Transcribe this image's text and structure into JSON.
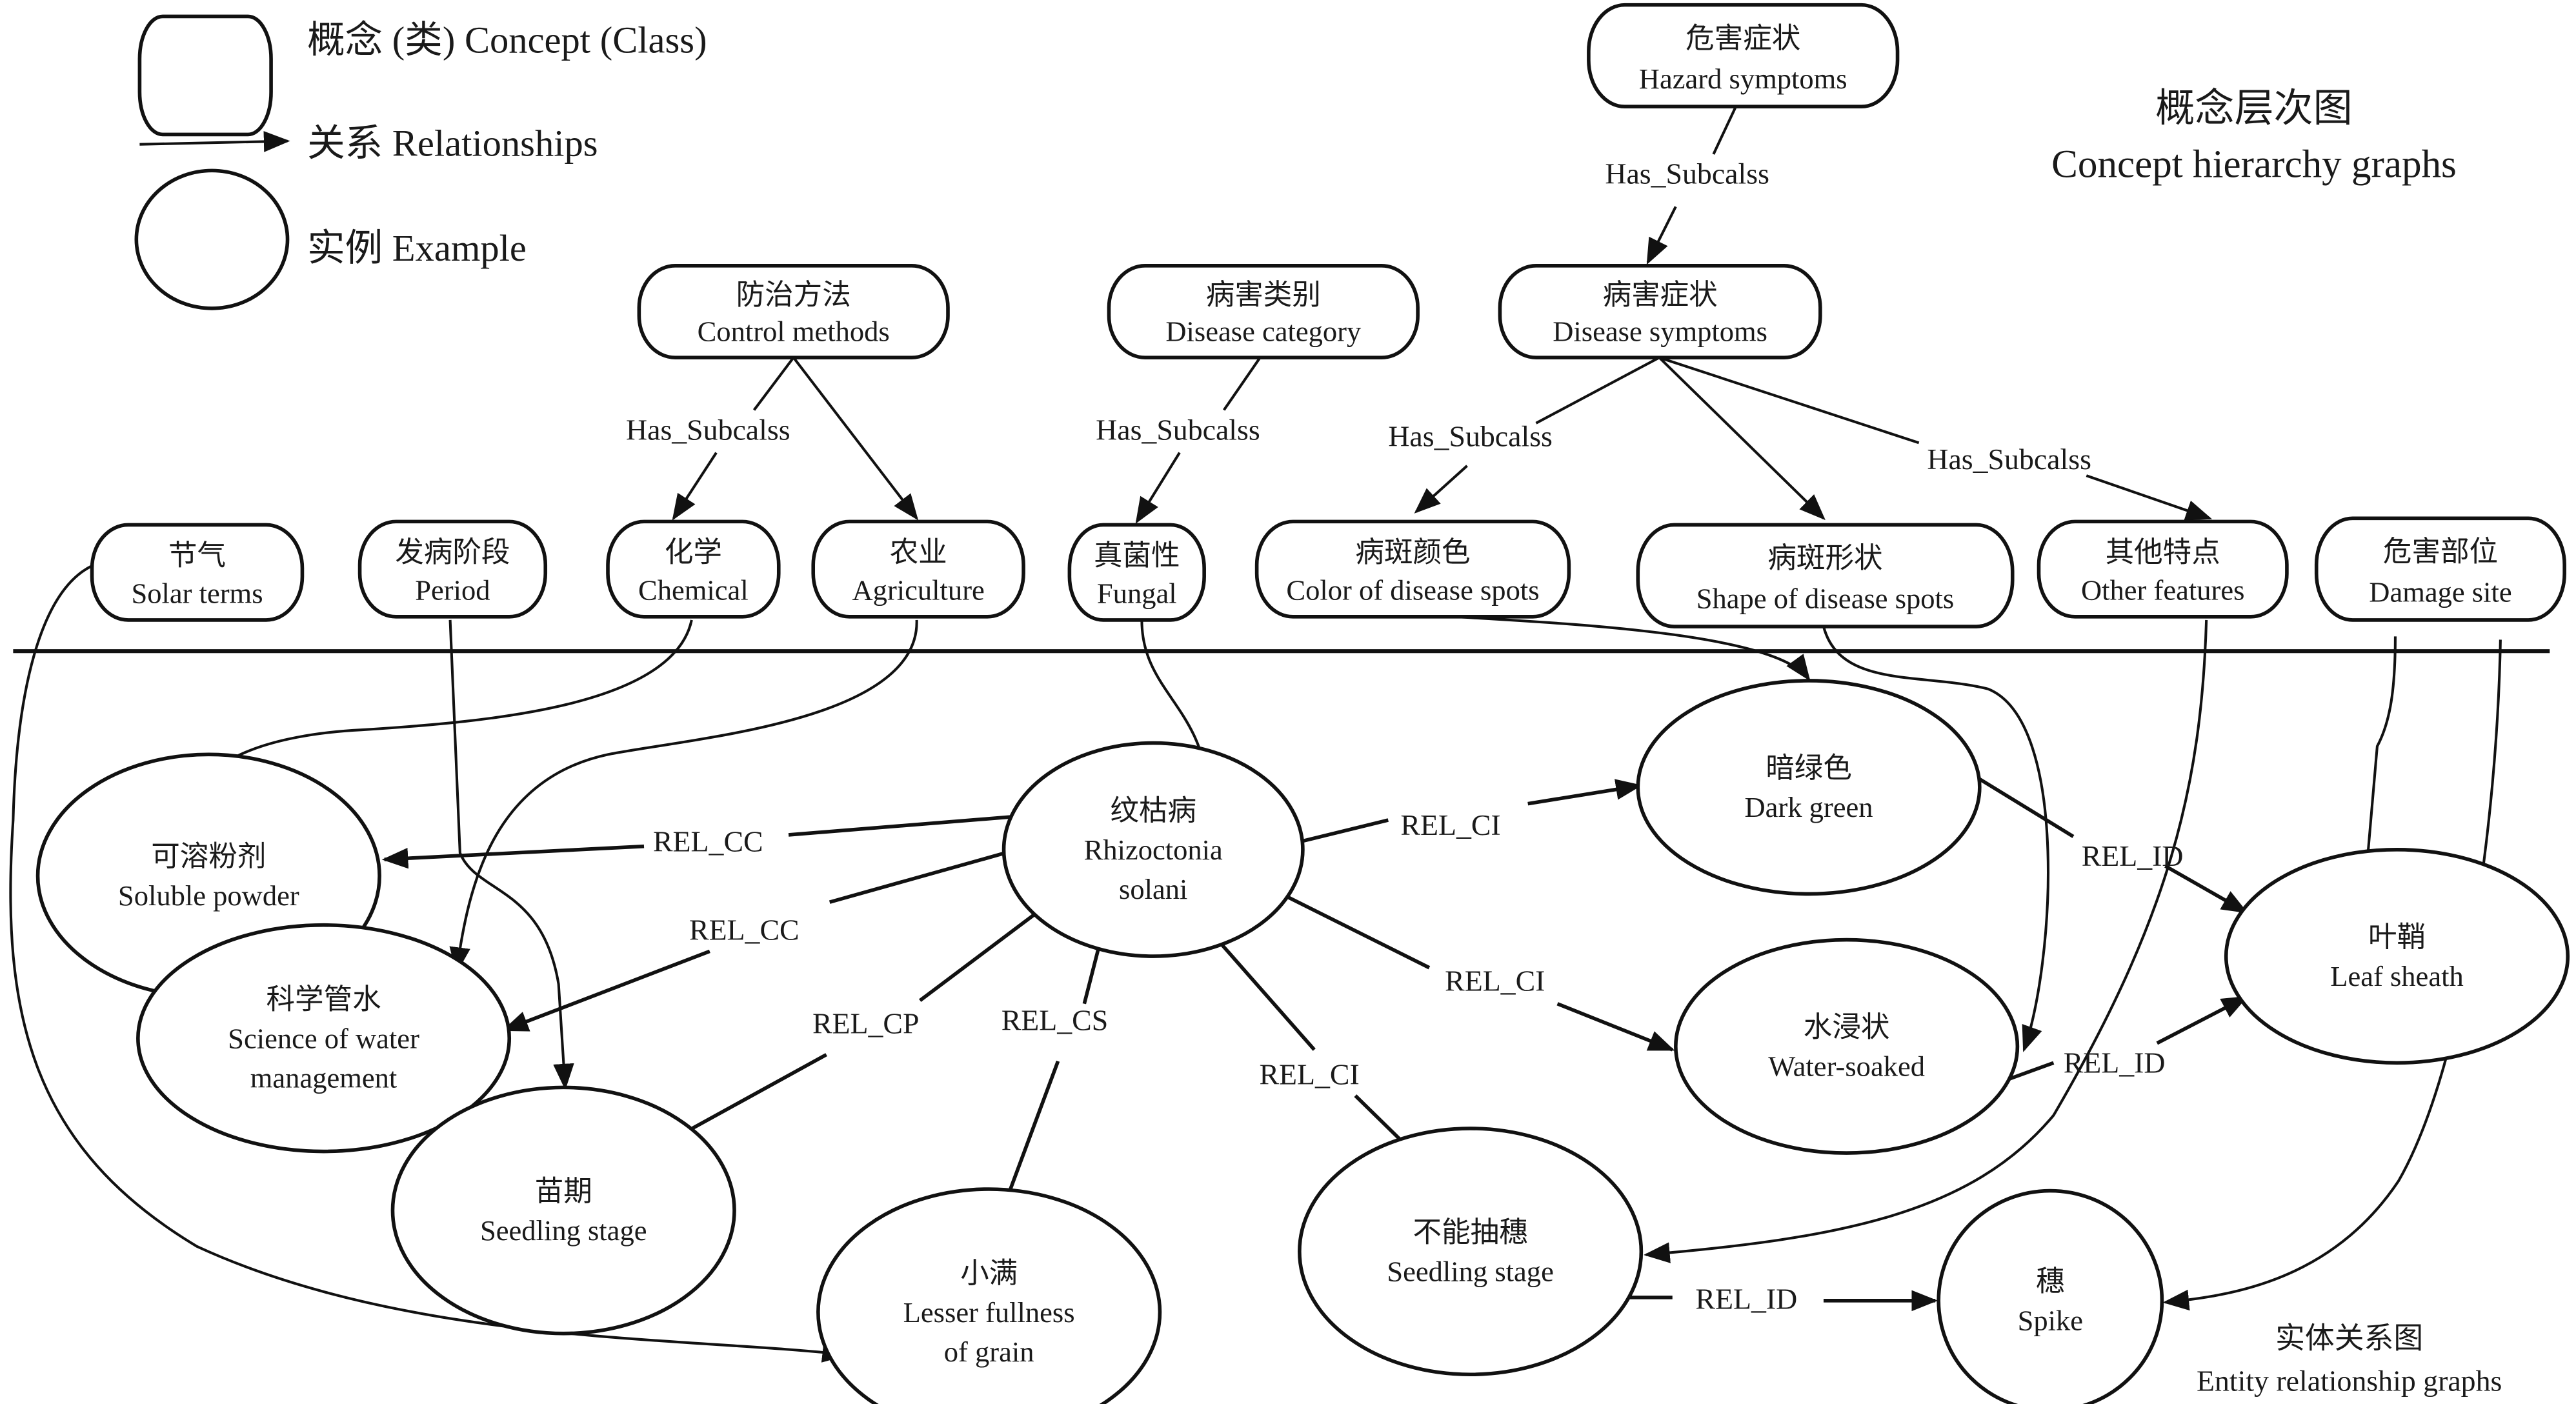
{
  "legend": {
    "concept_label": "概念 (类) Concept (Class)",
    "relationship_label": "关系 Relationships",
    "example_label": "实例 Example"
  },
  "titles": {
    "concept_graph_cn": "概念层次图",
    "concept_graph_en": "Concept hierarchy graphs",
    "entity_graph_cn": "实体关系图",
    "entity_graph_en": "Entity relationship graphs"
  },
  "concepts": {
    "hazard_symptoms": {
      "cn": "危害症状",
      "en": "Hazard symptoms"
    },
    "control_methods": {
      "cn": "防治方法",
      "en": "Control methods"
    },
    "disease_category": {
      "cn": "病害类别",
      "en": "Disease category"
    },
    "disease_symptoms": {
      "cn": "病害症状",
      "en": "Disease symptoms"
    },
    "solar_terms": {
      "cn": "节气",
      "en": "Solar terms"
    },
    "period": {
      "cn": "发病阶段",
      "en": "Period"
    },
    "chemical": {
      "cn": "化学",
      "en": "Chemical"
    },
    "agriculture": {
      "cn": "农业",
      "en": "Agriculture"
    },
    "fungal": {
      "cn": "真菌性",
      "en": "Fungal"
    },
    "color_spots": {
      "cn": "病斑颜色",
      "en": "Color of disease spots"
    },
    "shape_spots": {
      "cn": "病斑形状",
      "en": "Shape of disease spots"
    },
    "other_features": {
      "cn": "其他特点",
      "en": "Other features"
    },
    "damage_site": {
      "cn": "危害部位",
      "en": "Damage site"
    }
  },
  "instances": {
    "rhizoctonia": {
      "cn": "纹枯病",
      "en": [
        "Rhizoctonia",
        "solani"
      ]
    },
    "soluble_powder": {
      "cn": "可溶粉剂",
      "en": [
        "Soluble powder"
      ]
    },
    "water_mgmt": {
      "cn": "科学管水",
      "en": [
        "Science of water",
        "management"
      ]
    },
    "seedling_stage": {
      "cn": "苗期",
      "en": [
        "Seedling stage"
      ]
    },
    "lesser_fullness": {
      "cn": "小满",
      "en": [
        "Lesser fullness",
        "of grain"
      ]
    },
    "dark_green": {
      "cn": "暗绿色",
      "en": [
        "Dark green"
      ]
    },
    "water_soaked": {
      "cn": "水浸状",
      "en": [
        "Water-soaked"
      ]
    },
    "no_heading": {
      "cn": "不能抽穗",
      "en": [
        "Seedling stage"
      ]
    },
    "leaf_sheath": {
      "cn": "叶鞘",
      "en": [
        "Leaf sheath"
      ]
    },
    "spike": {
      "cn": "穗",
      "en": [
        "Spike"
      ]
    }
  },
  "edge_labels": {
    "has_subclass_hazard": "Has_Subcalss",
    "has_subclass_control": "Has_Subcalss",
    "has_subclass_category": "Has_Subcalss",
    "has_subclass_color": "Has_Subcalss",
    "has_subclass_other": "Has_Subcalss",
    "rel_cc_powder": "REL_CC",
    "rel_cc_water": "REL_CC",
    "rel_cp": "REL_CP",
    "rel_cs": "REL_CS",
    "rel_ci_dark": "REL_CI",
    "rel_ci_soaked": "REL_CI",
    "rel_ci_noheading": "REL_CI",
    "rel_id_dark": "REL_ID",
    "rel_id_soaked": "REL_ID",
    "rel_id_spike": "REL_ID"
  }
}
